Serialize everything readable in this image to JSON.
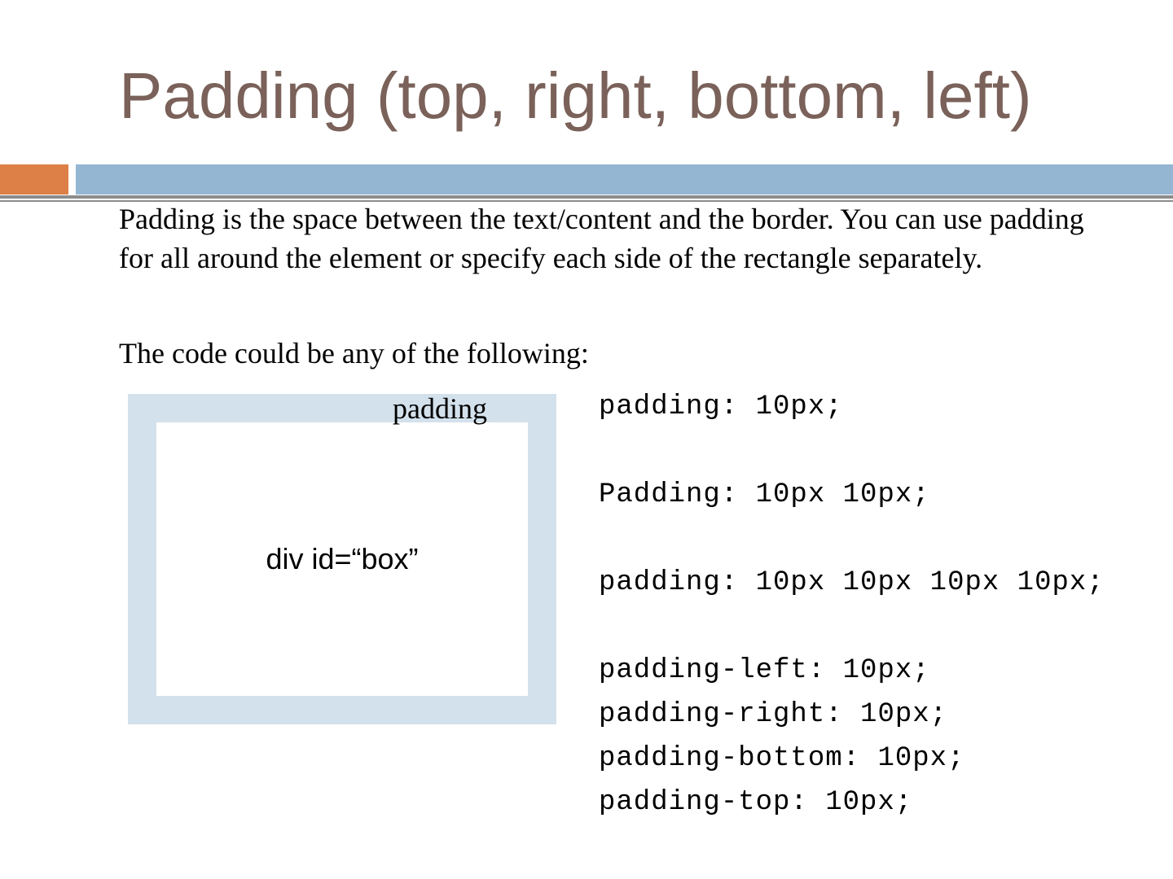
{
  "slide": {
    "title": "Padding (top, right, bottom, left)",
    "paragraphs": [
      "Padding is the space between the text/content and the border. You can use padding for all around the element or specify each side of the rectangle separately.",
      "The code could be any of the following:"
    ]
  },
  "diagram": {
    "padding_label": "padding",
    "box_label": "div id=“box”"
  },
  "code": {
    "lines": [
      "padding: 10px;",
      "Padding: 10px 10px;",
      "padding: 10px 10px 10px 10px;",
      "padding-left: 10px;",
      "padding-right: 10px;",
      "padding-bottom: 10px;",
      "padding-top: 10px;"
    ]
  },
  "colors": {
    "title": "#7a6159",
    "accent_orange": "#dd8047",
    "accent_blue": "#94b6d2",
    "rule": "#8c8c8c",
    "padding_fill": "#d3e1ec"
  }
}
